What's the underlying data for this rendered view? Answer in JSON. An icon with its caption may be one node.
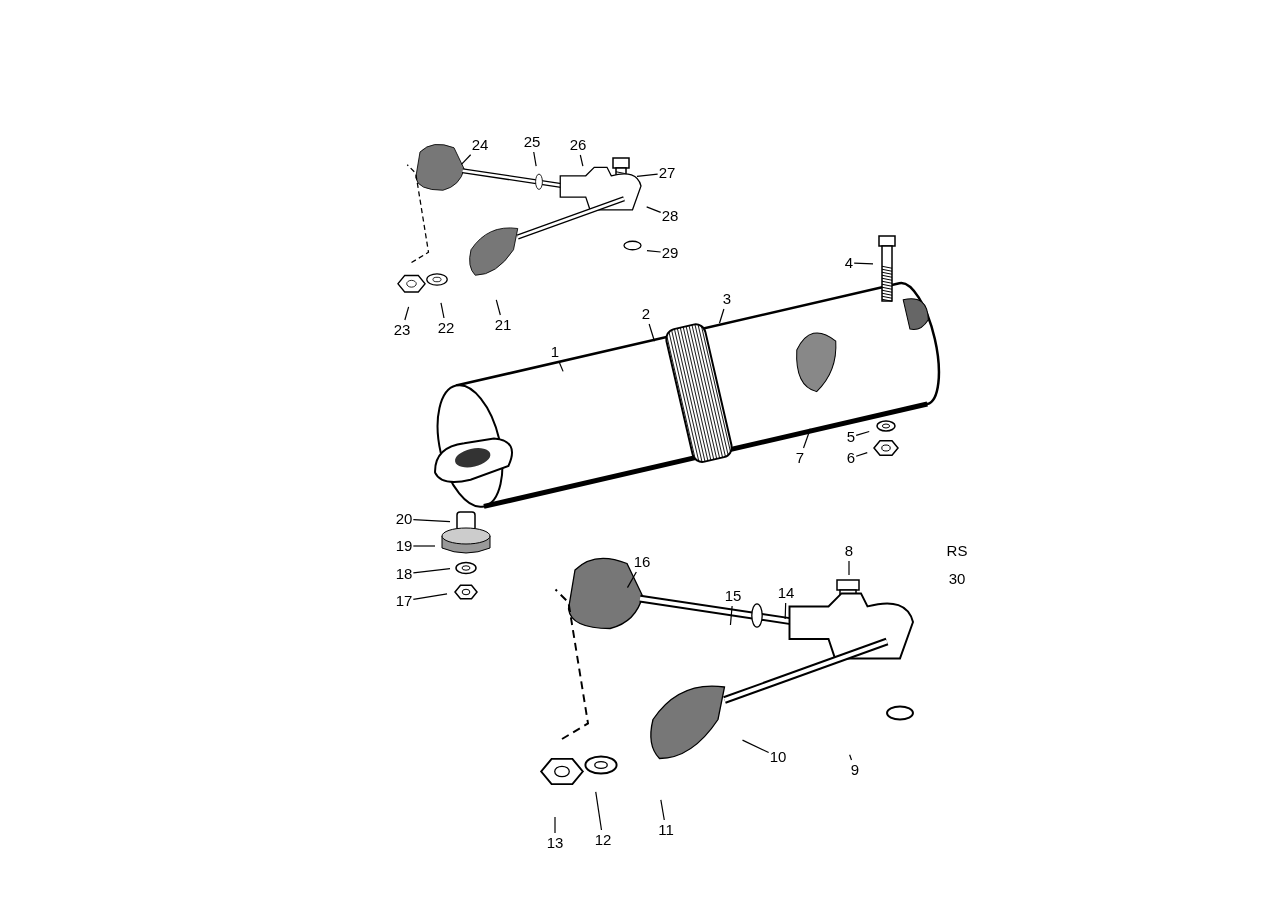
{
  "diagram": {
    "nodes": [
      {
        "text": [
          "1"
        ]
      },
      {
        "text": [
          "2"
        ]
      },
      {
        "text": [
          "3"
        ]
      },
      {
        "text": [
          "4"
        ]
      },
      {
        "text": [
          "5"
        ]
      },
      {
        "text": [
          "6"
        ]
      },
      {
        "text": [
          "7"
        ]
      },
      {
        "text": [
          "8"
        ]
      },
      {
        "text": [
          "9"
        ]
      },
      {
        "text": [
          "10"
        ]
      },
      {
        "text": [
          "11"
        ]
      },
      {
        "text": [
          "12"
        ]
      },
      {
        "text": [
          "13"
        ]
      },
      {
        "text": [
          "14"
        ]
      },
      {
        "text": [
          "15"
        ]
      },
      {
        "text": [
          "16"
        ]
      },
      {
        "text": [
          "17"
        ]
      },
      {
        "text": [
          "18"
        ]
      },
      {
        "text": [
          "19"
        ]
      },
      {
        "text": [
          "20"
        ]
      },
      {
        "text": [
          "21"
        ]
      },
      {
        "text": [
          "22"
        ]
      },
      {
        "text": [
          "23"
        ]
      },
      {
        "text": [
          "24"
        ]
      },
      {
        "text": [
          "25"
        ]
      },
      {
        "text": [
          "26"
        ]
      },
      {
        "text": [
          "27"
        ]
      },
      {
        "text": [
          "28"
        ]
      },
      {
        "text": [
          "29"
        ]
      }
    ],
    "edges": [
      {
        "from": 0,
        "to": null,
        "arrow": "none"
      },
      {
        "from": 1,
        "to": null,
        "arrow": "none"
      },
      {
        "from": 2,
        "to": null,
        "arrow": "none"
      },
      {
        "from": 3,
        "to": null,
        "arrow": "none"
      },
      {
        "from": 4,
        "to": null,
        "arrow": "none"
      },
      {
        "from": 5,
        "to": null,
        "arrow": "none"
      },
      {
        "from": 6,
        "to": null,
        "arrow": "none"
      },
      {
        "from": 7,
        "to": null,
        "arrow": "none"
      },
      {
        "from": 8,
        "to": null,
        "arrow": "none"
      },
      {
        "from": 9,
        "to": null,
        "arrow": "none"
      },
      {
        "from": 10,
        "to": null,
        "arrow": "none"
      },
      {
        "from": 11,
        "to": null,
        "arrow": "none"
      },
      {
        "from": 12,
        "to": null,
        "arrow": "none"
      },
      {
        "from": 13,
        "to": null,
        "arrow": "none"
      },
      {
        "from": 14,
        "to": null,
        "arrow": "none"
      },
      {
        "from": 15,
        "to": null,
        "arrow": "none"
      },
      {
        "from": 16,
        "to": null,
        "arrow": "none"
      },
      {
        "from": 17,
        "to": null,
        "arrow": "none"
      },
      {
        "from": 18,
        "to": null,
        "arrow": "none"
      },
      {
        "from": 19,
        "to": null,
        "arrow": "none"
      },
      {
        "from": 20,
        "to": null,
        "arrow": "none"
      },
      {
        "from": 21,
        "to": null,
        "arrow": "none"
      },
      {
        "from": 22,
        "to": null,
        "arrow": "none"
      },
      {
        "from": 23,
        "to": null,
        "arrow": "none"
      },
      {
        "from": 24,
        "to": null,
        "arrow": "none"
      },
      {
        "from": 25,
        "to": null,
        "arrow": "none"
      },
      {
        "from": 26,
        "to": null,
        "arrow": "none"
      },
      {
        "from": 27,
        "to": null,
        "arrow": "none"
      },
      {
        "from": 28,
        "to": null,
        "arrow": "none"
      }
    ],
    "labels": [
      "RS",
      "30"
    ]
  }
}
